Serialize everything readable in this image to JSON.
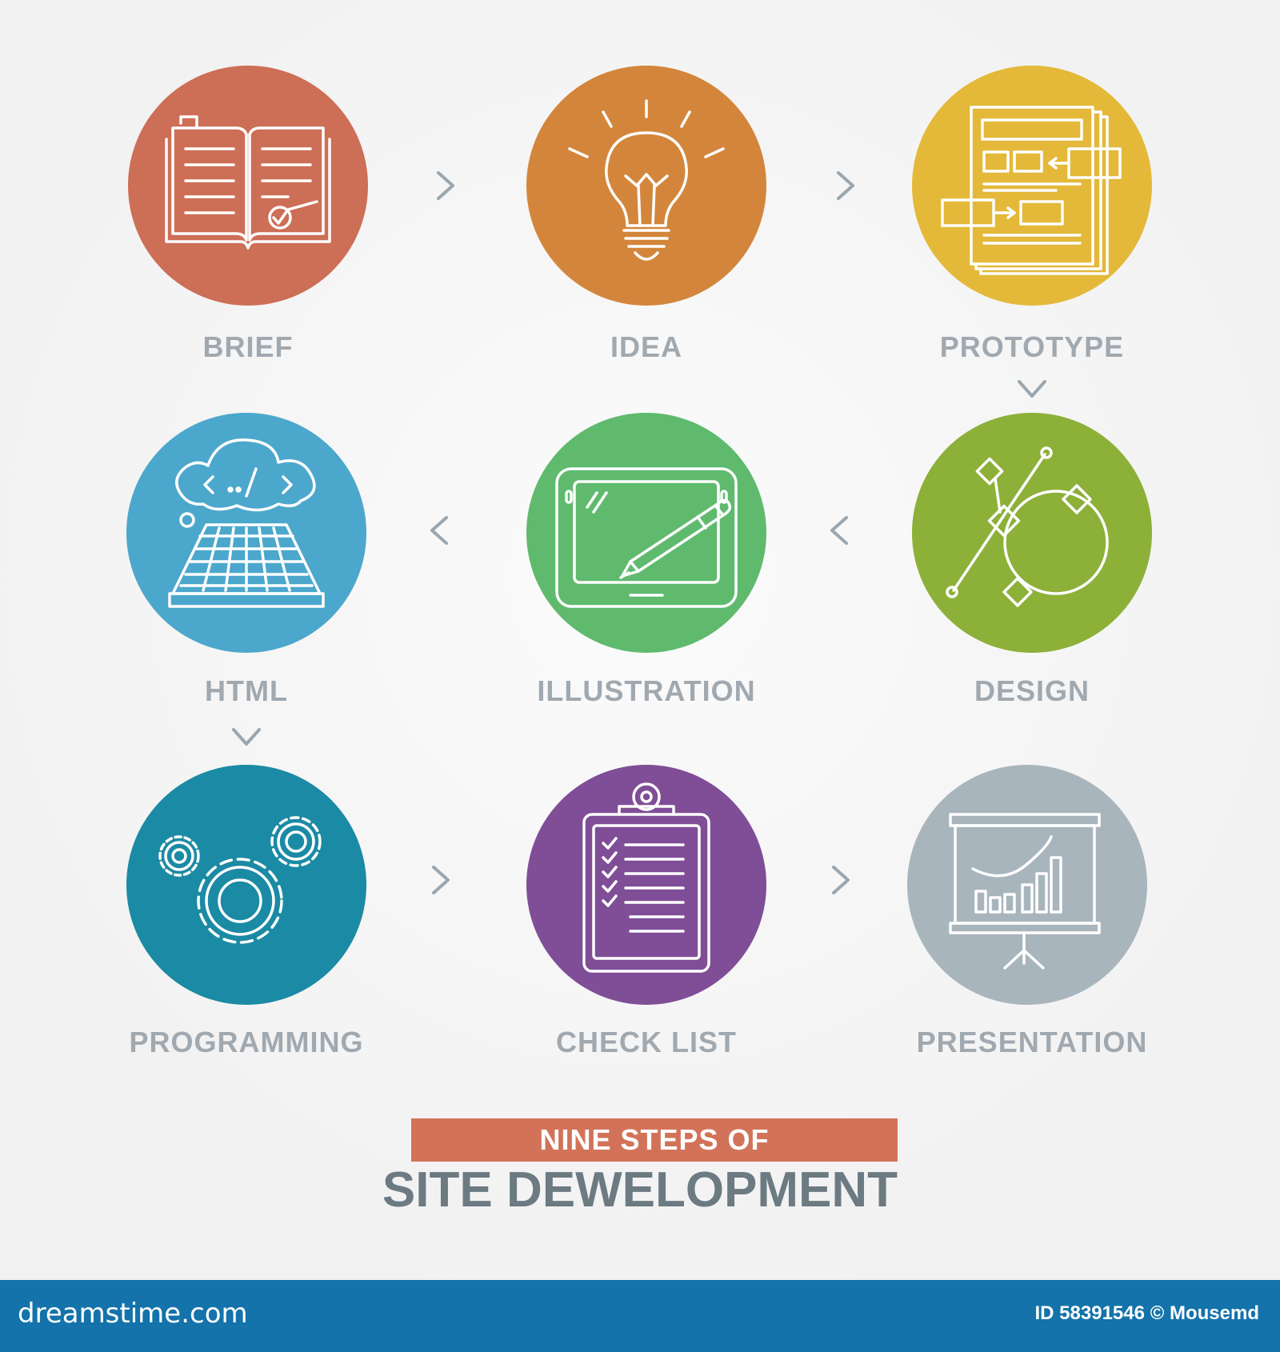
{
  "steps": [
    {
      "id": "brief",
      "label": "BRIEF",
      "color": "#cd6e57",
      "icon": "book-icon"
    },
    {
      "id": "idea",
      "label": "IDEA",
      "color": "#d3863b",
      "icon": "lightbulb-icon"
    },
    {
      "id": "prototype",
      "label": "PROTOTYPE",
      "color": "#e4b93a",
      "icon": "wireframe-icon"
    },
    {
      "id": "design",
      "label": "DESIGN",
      "color": "#8db039",
      "icon": "bezier-curve-icon"
    },
    {
      "id": "illustration",
      "label": "ILLUSTRATION",
      "color": "#5fba6e",
      "icon": "tablet-pen-icon"
    },
    {
      "id": "html",
      "label": "HTML",
      "color": "#4ca7cc",
      "icon": "cloud-keyboard-icon"
    },
    {
      "id": "programming",
      "label": "PROGRAMMING",
      "color": "#1b8aa4",
      "icon": "gears-icon"
    },
    {
      "id": "check_list",
      "label": "CHECK LIST",
      "color": "#7f4e97",
      "icon": "clipboard-checklist-icon"
    },
    {
      "id": "presentation",
      "label": "PRESENTATION",
      "color": "#a9b5bd",
      "icon": "presentation-board-icon"
    }
  ],
  "title": {
    "banner": "NINE STEPS OF",
    "subtitle": "SITE DEWELOPMENT",
    "banner_color": "#d27359"
  },
  "footer": {
    "site": "dreamstime.com",
    "credit": "ID 58391546 © Mousemd",
    "color": "#1373aa"
  }
}
